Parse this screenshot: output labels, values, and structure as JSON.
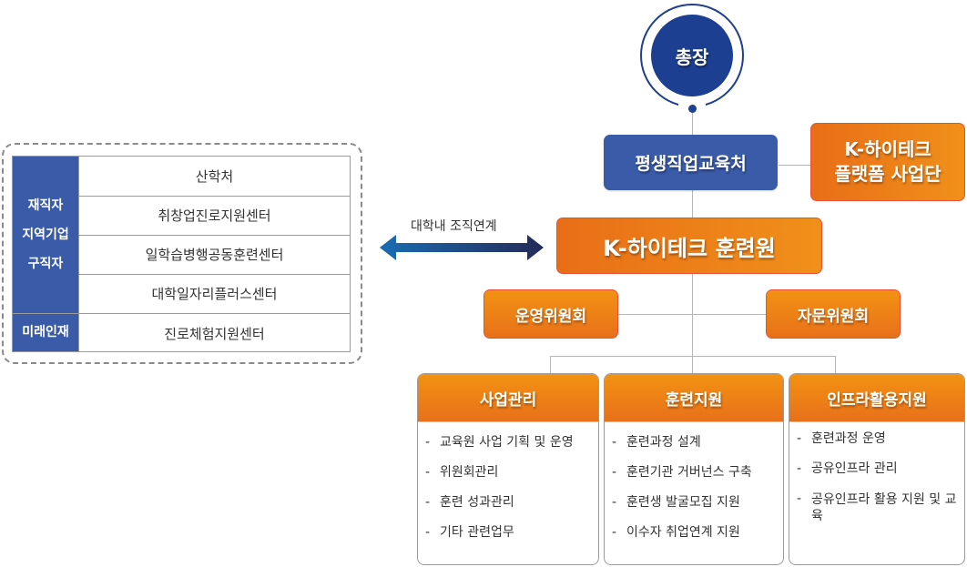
{
  "president": {
    "label": "총장"
  },
  "parent_office": {
    "label": "평생직업교육처"
  },
  "platform_group": {
    "line1": "K-하이테크",
    "line2": "플랫폼 사업단"
  },
  "institute": {
    "label": "K-하이테크 훈련원"
  },
  "link": {
    "label": "대학내 조직연계"
  },
  "committees": [
    {
      "label": "운영위원회"
    },
    {
      "label": "자문위원회"
    }
  ],
  "departments": [
    {
      "title": "사업관리",
      "items": [
        "교육원 사업 기획 및 운영",
        "위원회관리",
        "훈련 성과관리",
        "기타 관련업무"
      ]
    },
    {
      "title": "훈련지원",
      "items": [
        "훈련과정 설계",
        "훈련기관 거버넌스 구축",
        "훈련생 발굴모집 지원",
        "이수자 취업연계 지원"
      ]
    },
    {
      "title": "인프라활용지원",
      "items": [
        "훈련과정 운영",
        "공유인프라 관리",
        "공유인프라 활용 지원 및 교육"
      ]
    }
  ],
  "org_table": {
    "groups": [
      {
        "labels": [
          "재직자",
          "지역기업",
          "구직자"
        ],
        "units": [
          "산학처",
          "취창업진로지원센터",
          "일학습병행공동훈련센터",
          "대학일자리플러스센터"
        ]
      },
      {
        "labels": [
          "미래인재"
        ],
        "units": [
          "진로체험지원센터"
        ]
      }
    ]
  },
  "colors": {
    "navy": "#1d3f91",
    "blue": "#3a5ba8",
    "orange_start": "#e96e17",
    "orange_end": "#f0901a"
  },
  "dash_symbol": "-"
}
